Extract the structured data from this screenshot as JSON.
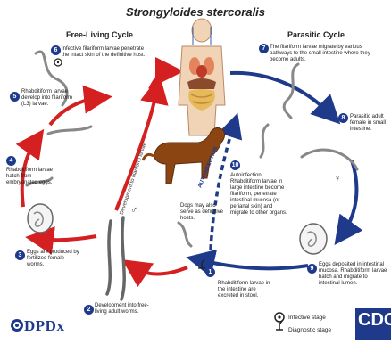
{
  "title": "Strongyloides stercoralis",
  "cycles": {
    "free_living": "Free-Living Cycle",
    "parasitic": "Parasitic Cycle"
  },
  "steps": [
    {
      "number": "1",
      "text": "Rhabditiform larvae in the intestine are excreted in stool."
    },
    {
      "number": "2",
      "text": "Development into free-living adult worms."
    },
    {
      "number": "3",
      "text": "Eggs are produced by fertilized female worms."
    },
    {
      "number": "4",
      "text": "Rhabditiform larvae hatch from embryonated eggs."
    },
    {
      "number": "5",
      "text": "Rhabditiform larvae develop into filariform (L3) larvae."
    },
    {
      "number": "6",
      "text": "Infective filariform larvae penetrate the intact skin of the definitive host."
    },
    {
      "number": "7",
      "text": "The filariform larvae migrate by various pathways to the small intestine where they become adults."
    },
    {
      "number": "8",
      "text": "Parasitic adult female in small intestine."
    },
    {
      "number": "9",
      "text": "Eggs deposited in intestinal mucosa. Rhabditiform larvae hatch and migrate to intestinal lumen."
    },
    {
      "number": "10",
      "text": "Autoinfection: Rhabditiform larvae in large intestine become filariform, penetrate intestinal mucosa (or perianal skin) and migrate to other organs."
    }
  ],
  "arrow_labels": {
    "development": "Development to filariform larvae",
    "autoinfection": "AUTOINFECTION"
  },
  "dog_note": "Dogs may also serve as definitive hosts.",
  "sex_symbols": {
    "female": "♀",
    "male": "♂"
  },
  "legend": {
    "infective": "Infective stage",
    "diagnostic": "Diagnostic stage"
  },
  "logos": {
    "dpdx": "DPDx",
    "cdc": "CDC"
  },
  "colors": {
    "free_living_arrow": "#d42020",
    "parasitic_arrow": "#1f3a8a",
    "number_badge": "#1f3a8a"
  }
}
